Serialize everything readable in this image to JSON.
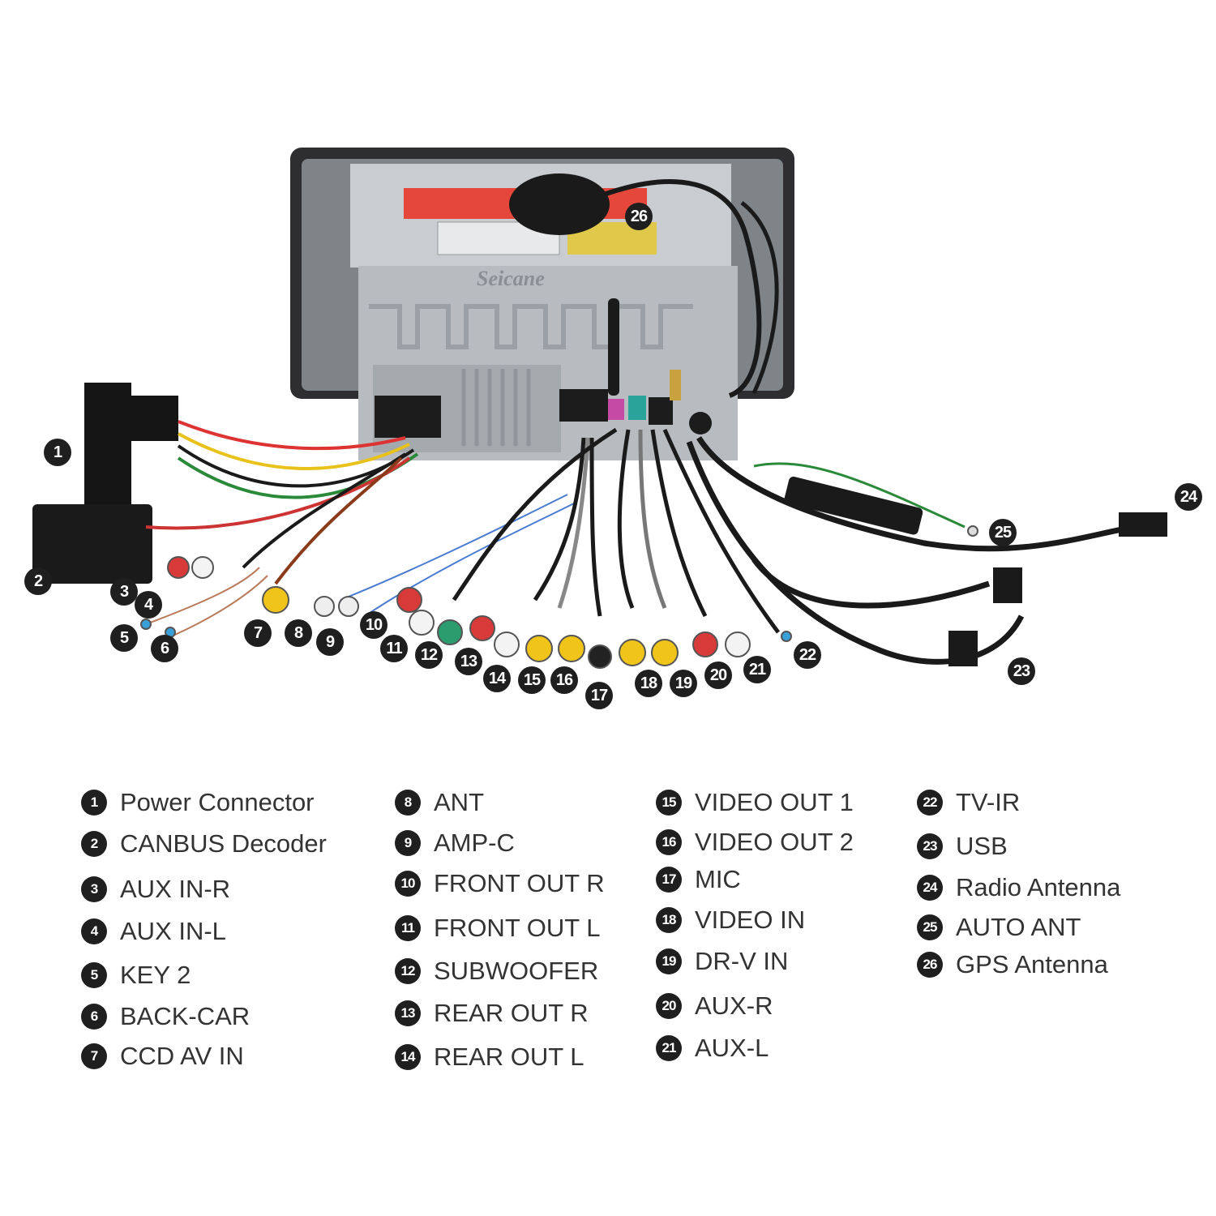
{
  "photo": {
    "brand": "Seicane"
  },
  "callouts": [
    {
      "id": "1",
      "text": "1"
    },
    {
      "id": "2",
      "text": "2"
    },
    {
      "id": "3",
      "text": "3"
    },
    {
      "id": "4",
      "text": "4"
    },
    {
      "id": "5",
      "text": "5"
    },
    {
      "id": "6",
      "text": "6"
    },
    {
      "id": "7",
      "text": "7"
    },
    {
      "id": "8",
      "text": "8"
    },
    {
      "id": "9",
      "text": "9"
    },
    {
      "id": "10",
      "text": "10"
    },
    {
      "id": "11",
      "text": "11"
    },
    {
      "id": "12",
      "text": "12"
    },
    {
      "id": "13",
      "text": "13"
    },
    {
      "id": "14",
      "text": "14"
    },
    {
      "id": "15",
      "text": "15"
    },
    {
      "id": "16",
      "text": "16"
    },
    {
      "id": "17",
      "text": "17"
    },
    {
      "id": "18",
      "text": "18"
    },
    {
      "id": "19",
      "text": "19"
    },
    {
      "id": "20",
      "text": "20"
    },
    {
      "id": "21",
      "text": "21"
    },
    {
      "id": "22",
      "text": "22"
    },
    {
      "id": "23",
      "text": "23"
    },
    {
      "id": "24",
      "text": "24"
    },
    {
      "id": "25",
      "text": "25"
    },
    {
      "id": "26",
      "text": "26"
    }
  ],
  "legend": {
    "columns": [
      [
        {
          "num": "1",
          "label": "Power Connector"
        },
        {
          "num": "2",
          "label": "CANBUS Decoder"
        },
        {
          "num": "3",
          "label": "AUX IN-R"
        },
        {
          "num": "4",
          "label": "AUX IN-L"
        },
        {
          "num": "5",
          "label": "KEY 2"
        },
        {
          "num": "6",
          "label": "BACK-CAR"
        },
        {
          "num": "7",
          "label": "CCD AV IN"
        }
      ],
      [
        {
          "num": "8",
          "label": "ANT"
        },
        {
          "num": "9",
          "label": "AMP-C"
        },
        {
          "num": "10",
          "label": "FRONT OUT R"
        },
        {
          "num": "11",
          "label": "FRONT OUT L"
        },
        {
          "num": "12",
          "label": "SUBWOOFER"
        },
        {
          "num": "13",
          "label": "REAR OUT R"
        },
        {
          "num": "14",
          "label": "REAR OUT L"
        }
      ],
      [
        {
          "num": "15",
          "label": "VIDEO OUT 1"
        },
        {
          "num": "16",
          "label": "VIDEO OUT 2"
        },
        {
          "num": "17",
          "label": "MIC"
        },
        {
          "num": "18",
          "label": "VIDEO IN"
        },
        {
          "num": "19",
          "label": "DR-V IN"
        },
        {
          "num": "20",
          "label": "AUX-R"
        },
        {
          "num": "21",
          "label": "AUX-L"
        }
      ],
      [
        {
          "num": "22",
          "label": "TV-IR"
        },
        {
          "num": "23",
          "label": "USB"
        },
        {
          "num": "24",
          "label": "Radio Antenna"
        },
        {
          "num": "25",
          "label": "AUTO ANT"
        },
        {
          "num": "26",
          "label": "GPS Antenna"
        }
      ]
    ]
  }
}
